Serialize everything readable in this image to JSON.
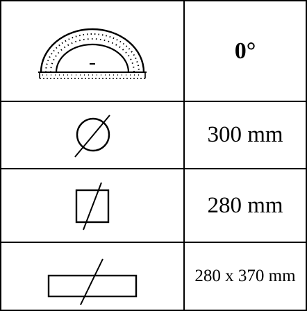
{
  "rows": [
    {
      "icon": "protractor-angle-icon",
      "value": "0°"
    },
    {
      "icon": "round-section-icon",
      "value": "300 mm"
    },
    {
      "icon": "square-section-icon",
      "value": "280 mm"
    },
    {
      "icon": "rectangle-section-icon",
      "value": "280 x 370 mm"
    }
  ]
}
